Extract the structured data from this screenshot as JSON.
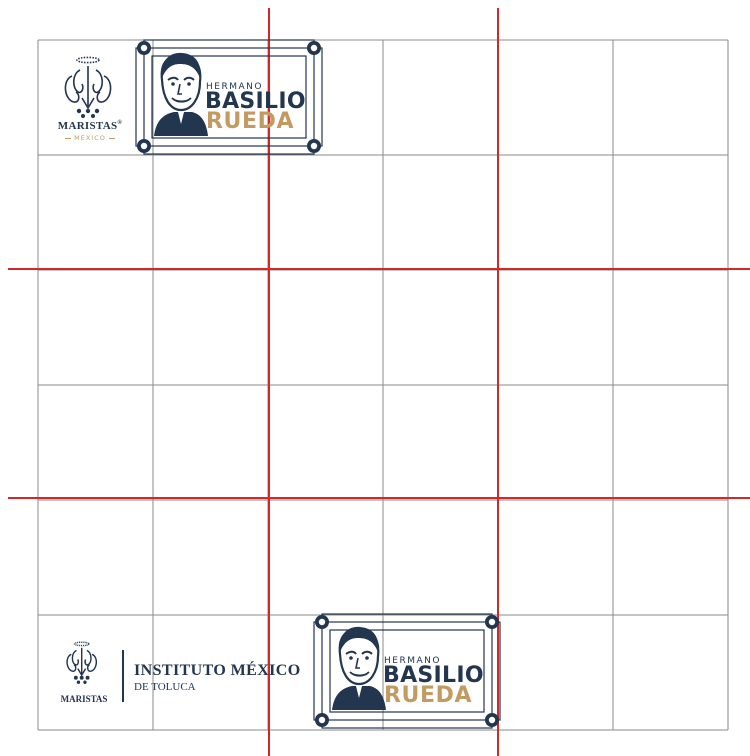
{
  "colors": {
    "navy": "#22364f",
    "gold": "#c39a62",
    "grid": "#8a8a8a",
    "guide": "#d7262a",
    "background": "#ffffff"
  },
  "grid": {
    "columns": 6,
    "rows": 6
  },
  "maristas_logo": {
    "icon": "marian-monogram-icon",
    "brand": "MARISTAS",
    "registered": "®",
    "country": "MÉXICO"
  },
  "basilio_logo": {
    "portrait_icon": "brother-basilio-portrait-icon",
    "frame_icon": "corner-ring-frame-icon",
    "kicker": "HERMANO",
    "name": "BASILIO",
    "surname": "RUEDA"
  },
  "instituto_logo": {
    "icon": "marian-monogram-icon",
    "brand": "MARISTAS",
    "title": "INSTITUTO MÉXICO",
    "subtitle": "DE TOLUCA"
  }
}
